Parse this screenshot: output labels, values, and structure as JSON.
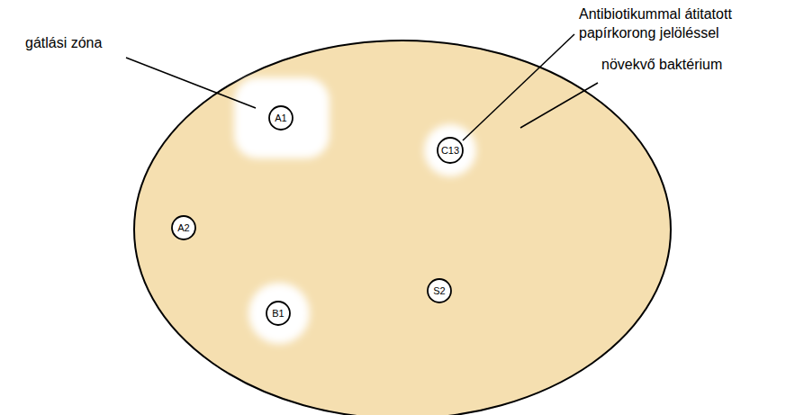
{
  "diagram": {
    "nodes": [
      {
        "text": [
          "A1"
        ]
      },
      {
        "text": [
          "C13"
        ]
      },
      {
        "text": [
          "A2"
        ]
      },
      {
        "text": [
          "S2"
        ]
      },
      {
        "text": [
          "B1"
        ]
      }
    ],
    "labels": [
      "gátlási zóna",
      "Antibiotikummal átitatott papírkorong jelöléssel",
      "növekvő baktérium"
    ]
  }
}
